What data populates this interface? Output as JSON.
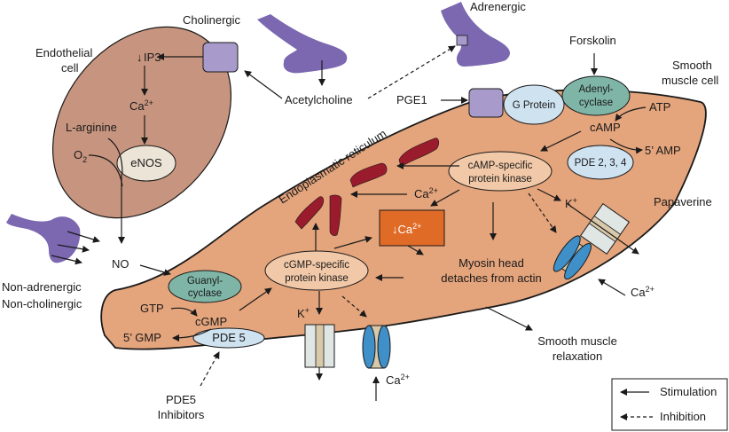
{
  "labels": {
    "endothelial_cell": [
      "Endothelial",
      "cell"
    ],
    "cholinergic": "Cholinergic",
    "adrenergic": "Adrenergic",
    "acetylcholine": "Acetylcholine",
    "forskolin": "Forskolin",
    "smooth_muscle_cell": [
      "Smooth",
      "muscle cell"
    ],
    "pge1": "PGE1",
    "g_protein": "G Protein",
    "adenylcyclase": [
      "Adenyl-",
      "cyclase"
    ],
    "atp": "ATP",
    "camp": "cAMP",
    "five_amp": "5’ AMP",
    "pde234": "PDE 2, 3, 4",
    "camp_kinase": [
      "cAMP-specific",
      "protein kinase"
    ],
    "papaverine": "Papaverine",
    "k_plus": "K",
    "k_sup": "+",
    "ca": "Ca",
    "ca_sup": "2+",
    "ip3": "IP3",
    "l_arginine": "L-arginine",
    "o2": "O",
    "o2_sub": "2",
    "enos": "eNOS",
    "no": "NO",
    "nanc": [
      "Non-adrenergic",
      "Non-cholinergic"
    ],
    "guanylcyclase": [
      "Guanyl-",
      "cyclase"
    ],
    "gtp": "GTP",
    "cgmp": "cGMP",
    "five_gmp": "5’ GMP",
    "pde5": "PDE 5",
    "pde5_inhibitors": [
      "PDE5",
      "Inhibitors"
    ],
    "er": "Endoplasmatic reticulum",
    "low_ca": "↓Ca",
    "myosin": [
      "Myosin head",
      "detaches from actin"
    ],
    "cgmp_kinase": [
      "cGMP-specific",
      "protein kinase"
    ],
    "relaxation": [
      "Smooth muscle",
      "relaxation"
    ]
  },
  "legend": {
    "stimulation": "Stimulation",
    "inhibition": "Inhibition"
  },
  "colors": {
    "endothelial": "#c7957f",
    "smooth_muscle": "#e4a47c",
    "nerve": "#7b68b0",
    "receptor": "#a89bcb",
    "g_protein": "#cfe2f0",
    "cyclase": "#7fb5a6",
    "kinase": "#f2c9a8",
    "er": "#9a1b2b",
    "low_ca_box": "#e06b26",
    "ca_channel": "#3f8fc8",
    "k_channel": "#dfe6e4"
  }
}
